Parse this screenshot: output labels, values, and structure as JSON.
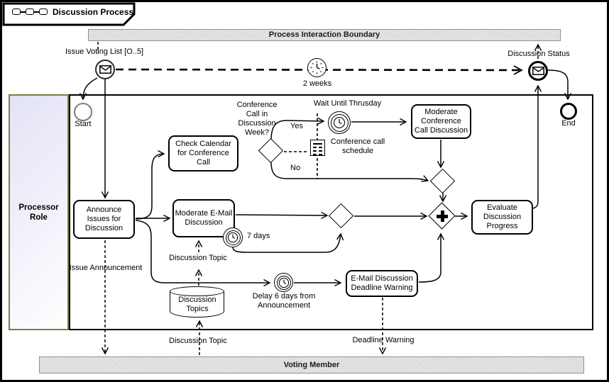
{
  "tab": {
    "title": "Discussion Process"
  },
  "boundaries": {
    "top": "Process Interaction Boundary",
    "bottom": "Voting Member"
  },
  "lane": {
    "label": "Processor\nRole"
  },
  "tasks": {
    "announce": {
      "label": "Announce\nIssues for\nDiscussion"
    },
    "check_calendar": {
      "label": "Check Calendar\nfor Conference\nCall"
    },
    "moderate_conference": {
      "label": "Moderate\nConference\nCall Discussion"
    },
    "moderate_email": {
      "label": "Moderate E-Mail\nDiscussion"
    },
    "deadline_warning": {
      "label": "E-Mail Discussion\nDeadline Warning"
    },
    "evaluate": {
      "label": "Evaluate\nDiscussion\nProgress"
    }
  },
  "events": {
    "issue_voting_list": {
      "label": "Issue Voting List [O..5]"
    },
    "two_weeks": {
      "label": "2 weeks"
    },
    "discussion_status": {
      "label": "Discussion Status"
    },
    "start": {
      "label": "Start"
    },
    "end": {
      "label": "End"
    },
    "wait_until_thursday": {
      "label": "Wait Until Thrusday"
    },
    "seven_days": {
      "label": "7 days"
    },
    "delay_six_days": {
      "label": "Delay 6 days from\nAnnouncement"
    }
  },
  "gateways": {
    "conference_question": {
      "label": "Conference\nCall in\nDiscussion\nWeek?"
    },
    "yes": "Yes",
    "no": "No"
  },
  "data_objects": {
    "discussion_topics": {
      "label": "Discussion\nTopics"
    },
    "conference_schedule": {
      "label": "Conference call\nschedule"
    }
  },
  "flow_labels": {
    "issue_announcement": "Issue Announcement",
    "discussion_topic_task": "Discussion Topic",
    "discussion_topic_member": "Discussion Topic",
    "deadline_warning": "Deadline Warning"
  },
  "icons": {
    "message": "envelope-icon",
    "timer": "clock-icon",
    "parallel": "plus-icon",
    "datastore": "cylinder-icon",
    "process_chain": "chain-icon"
  },
  "colors": {
    "lane_border": "#7d7d46",
    "lane_fill_from": "#e3e3f6",
    "bar_fill": "#dedede",
    "line": "#000000"
  }
}
